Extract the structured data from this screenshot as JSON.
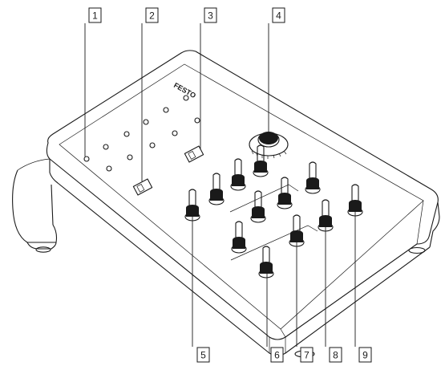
{
  "brand": "FESTO",
  "callouts": {
    "c1": "1",
    "c2": "2",
    "c3": "3",
    "c4": "4",
    "c5": "5",
    "c6": "6",
    "c7": "7",
    "c8": "8",
    "c9": "9"
  }
}
